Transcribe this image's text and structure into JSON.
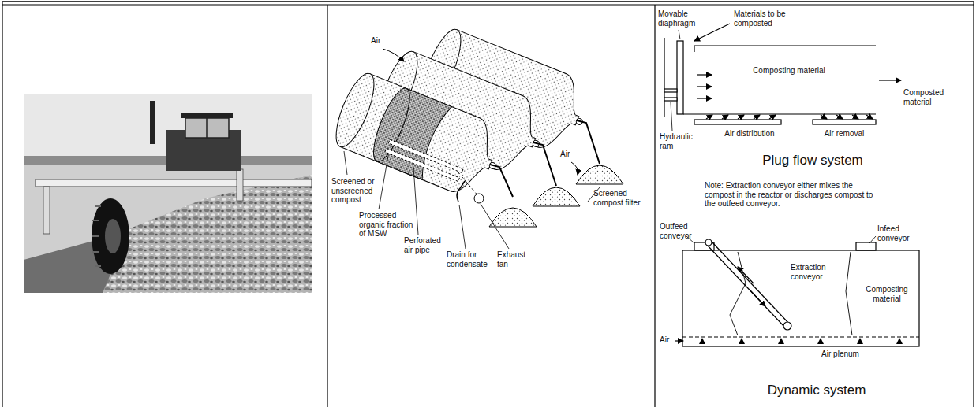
{
  "diagram": {
    "labels": [
      "Air",
      "Screened or unscreened compost",
      "Processed organic fraction of MSW",
      "Perforated air pipe",
      "Drain for condensate",
      "Exhaust fan",
      "Air",
      "Screened compost filter",
      "Movable diaphragm",
      "Materials to be composted",
      "Composting material",
      "Composted material",
      "Hydraulic ram",
      "Air distribution",
      "Air removal",
      "Plug flow system",
      "Note: Extraction conveyor either mixes the compost in the reactor or discharges compost to the outfeed conveyor.",
      "Outfeed conveyor",
      "Infeed conveyor",
      "Extraction conveyor",
      "Composting material",
      "Air",
      "Air plenum",
      "Dynamic system"
    ]
  }
}
